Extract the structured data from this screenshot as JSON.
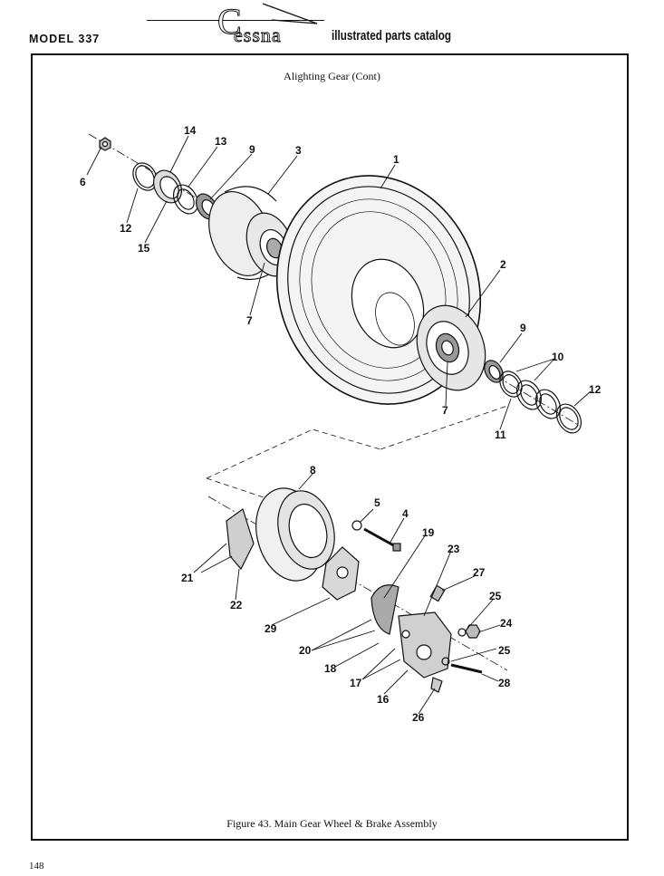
{
  "header": {
    "model": "MODEL 337",
    "brand": "Cessna",
    "catalog_title": "illustrated parts catalog"
  },
  "diagram": {
    "title": "Alighting Gear (Cont)",
    "caption": "Figure 43.   Main Gear Wheel & Brake Assembly",
    "callouts": [
      "1",
      "2",
      "3",
      "4",
      "5",
      "6",
      "7",
      "7",
      "8",
      "9",
      "9",
      "10",
      "11",
      "12",
      "12",
      "13",
      "14",
      "15",
      "16",
      "17",
      "18",
      "19",
      "20",
      "21",
      "22",
      "23",
      "24",
      "25",
      "25",
      "26",
      "27",
      "28",
      "29"
    ]
  },
  "footer": {
    "page_number": "148"
  }
}
